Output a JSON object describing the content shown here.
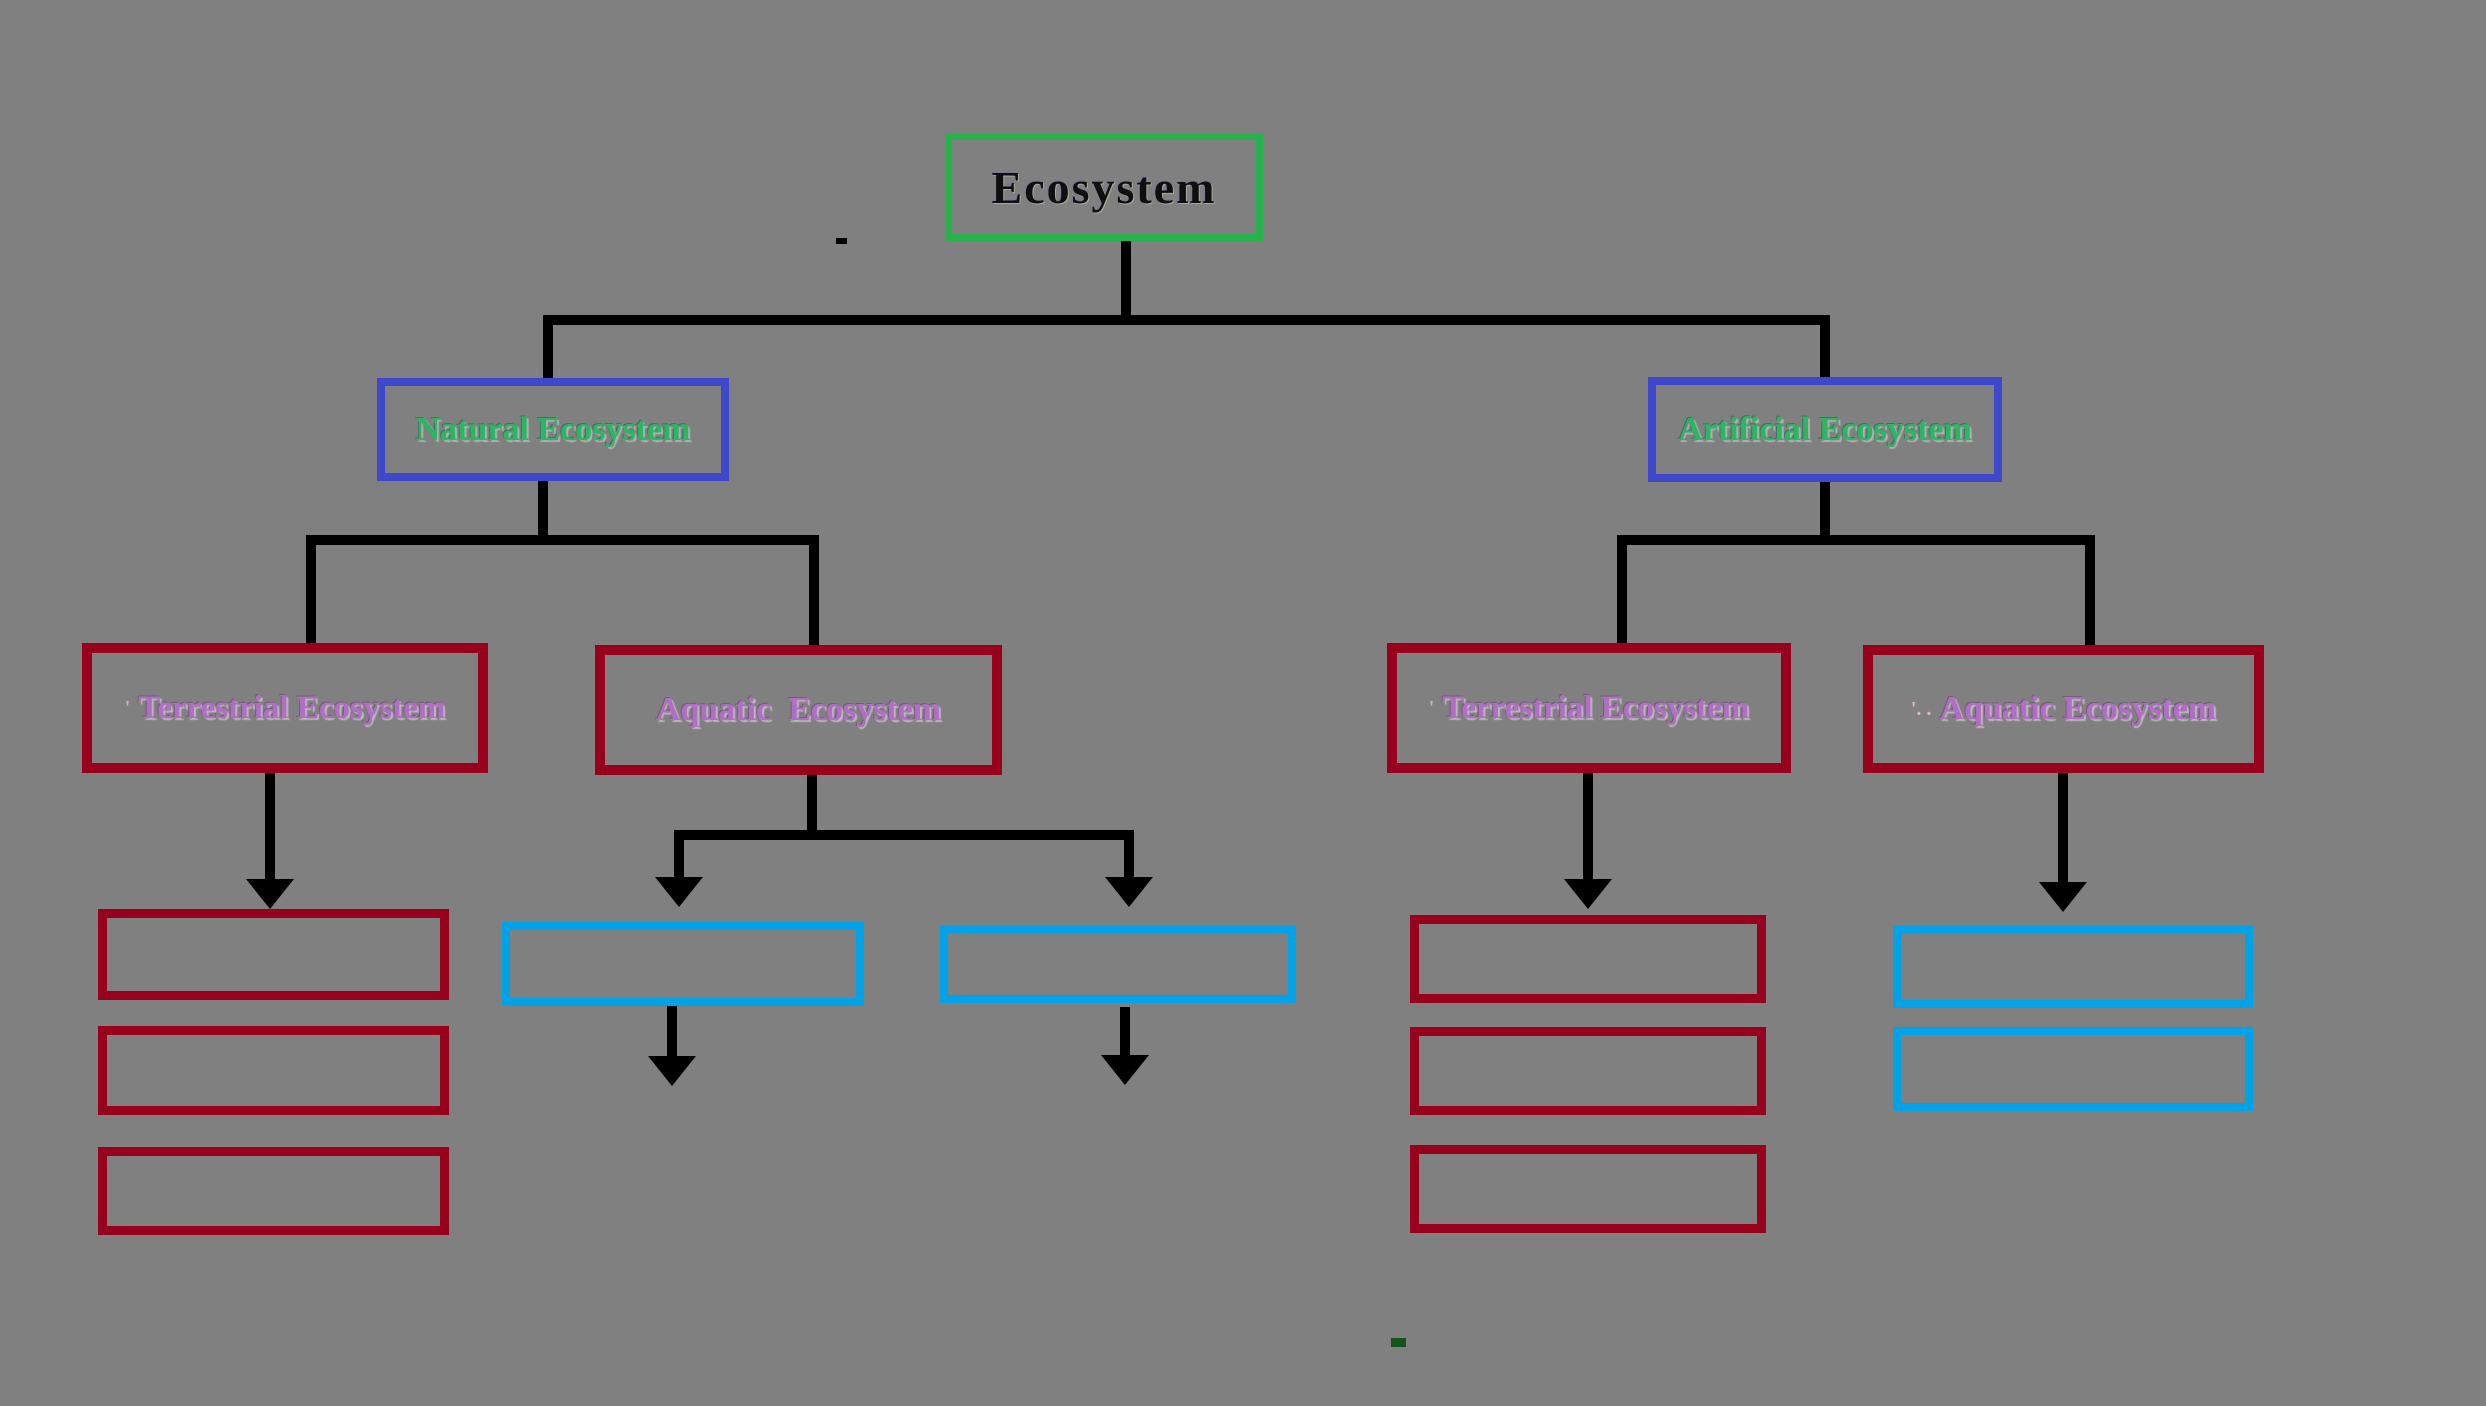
{
  "diagram_title": "Ecosystem classification tree",
  "canvas": {
    "background_color": "#808080",
    "connector_color": "#000000"
  },
  "palette": {
    "root_border": "#27b24c",
    "level2_border": "#3f48cc",
    "terrestrial_branch_border": "#97011b",
    "aquatic_branch_border": "#00a2e8",
    "root_text": "#0f0f0f",
    "level2_text": "#2cb664",
    "level3_text": "#b06fc4"
  },
  "nodes": {
    "root": {
      "label": "Ecosystem"
    },
    "natural": {
      "label": "Natural Ecosystem"
    },
    "artificial": {
      "label": "Artificial Ecosystem"
    },
    "natural_terrestrial": {
      "label": "Terrestrial Ecosystem",
      "prefix_mark": "'"
    },
    "natural_aquatic": {
      "label": "Aquatic  Ecosystem"
    },
    "artificial_terrestrial": {
      "label": "Terrestrial Ecosystem",
      "prefix_mark": "'"
    },
    "artificial_aquatic": {
      "label": "Aquatic Ecosystem",
      "prefix_mark": "'. ."
    }
  },
  "empty_child_boxes": {
    "natural_terrestrial": {
      "count": 3,
      "border_color": "#97011b"
    },
    "natural_aquatic": {
      "count": 2,
      "border_color": "#00a2e8"
    },
    "artificial_terrestrial": {
      "count": 3,
      "border_color": "#97011b"
    },
    "artificial_aquatic": {
      "count": 2,
      "border_color": "#00a2e8"
    }
  },
  "artifacts": {
    "stray_marks": [
      "black-dash-near-root",
      "dark-green-dash-bottom"
    ]
  }
}
